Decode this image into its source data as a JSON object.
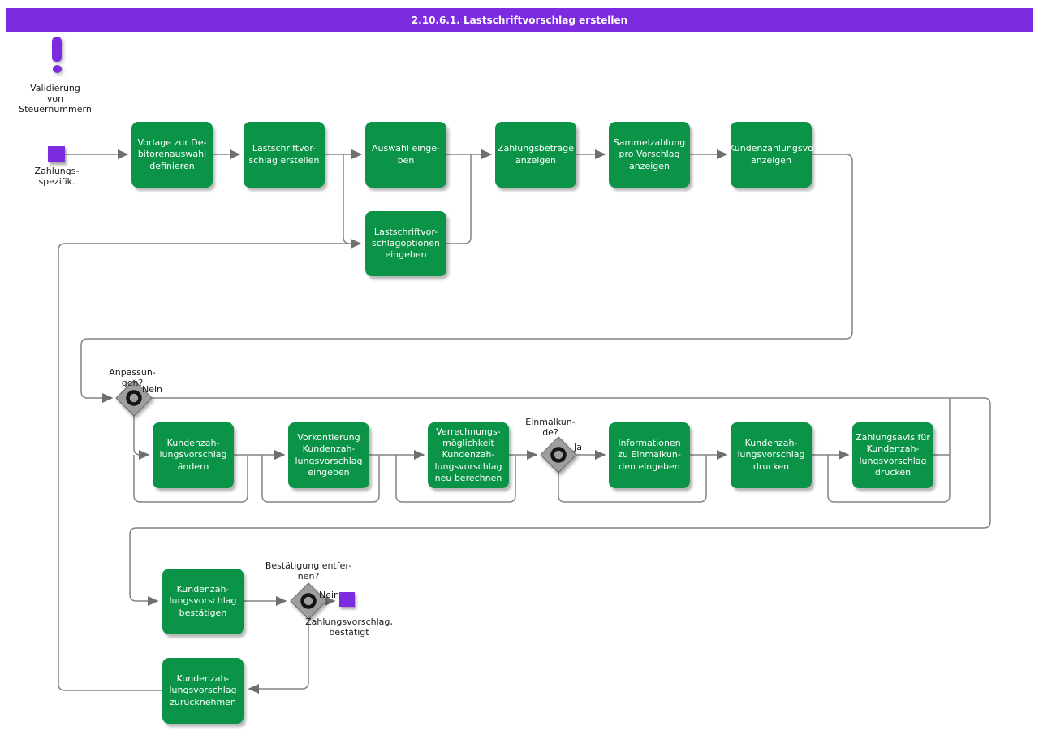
{
  "title": "2.10.6.1. Lastschriftvorschlag erstellen",
  "colors": {
    "header_bar": "#7d2be1",
    "event_fill": "#7d2be1",
    "task_fill": "#0b9447",
    "connector": "#848484"
  },
  "events": {
    "validation": {
      "label": "Validierung\nvon\nSteuernummern"
    },
    "start": {
      "label": "Zahlungs-\nspezifik."
    },
    "end": {
      "label": "Zahlungsvorschlag,\nbestätigt"
    }
  },
  "decisions": {
    "anpassungen": {
      "label": "Anpassun-\ngen?",
      "branch_label": "Nein"
    },
    "einmalkunde": {
      "label": "Einmalkun-\nde?",
      "branch_label": "Ja"
    },
    "bestaetigung": {
      "label": "Bestätigung entfer-\nnen?",
      "branch_label": "Nein"
    }
  },
  "tasks": {
    "vorlage": "Vorlage zur De-\nbitorenauswahl\ndefinieren",
    "erstellen": "Lastschriftvor-\nschlag erstellen",
    "auswahl": "Auswahl einge-\nben",
    "betraege": "Zahlungsbeträge\nanzeigen",
    "sammelzahlung": "Sammelzahlung\npro Vorschlag\nanzeigen",
    "kundenzahlung_anzeigen": "Kundenzahlungsvo\nanzeigen",
    "optionen": "Lastschriftvor-\nschlagoptionen\neingeben",
    "aendern": "Kundenzah-\nlungsvorschlag\nändern",
    "vorkontierung": "Vorkontierung\nKundenzah-\nlungsvorschlag\neingeben",
    "verrechnung": "Verrechnungs-\nmöglichkeit\nKundenzah-\nlungsvorschlag\nneu berechnen",
    "informationen": "Informationen\nzu Einmalkun-\nden eingeben",
    "drucken": "Kundenzah-\nlungsvorschlag\ndrucken",
    "zahlungsavis": "Zahlungsavis für\nKundenzah-\nlungsvorschlag\ndrucken",
    "bestaetigen": "Kundenzah-\nlungsvorschlag\nbestätigen",
    "zuruecknehmen": "Kundenzah-\nlungsvorschlag\nzurücknehmen"
  }
}
